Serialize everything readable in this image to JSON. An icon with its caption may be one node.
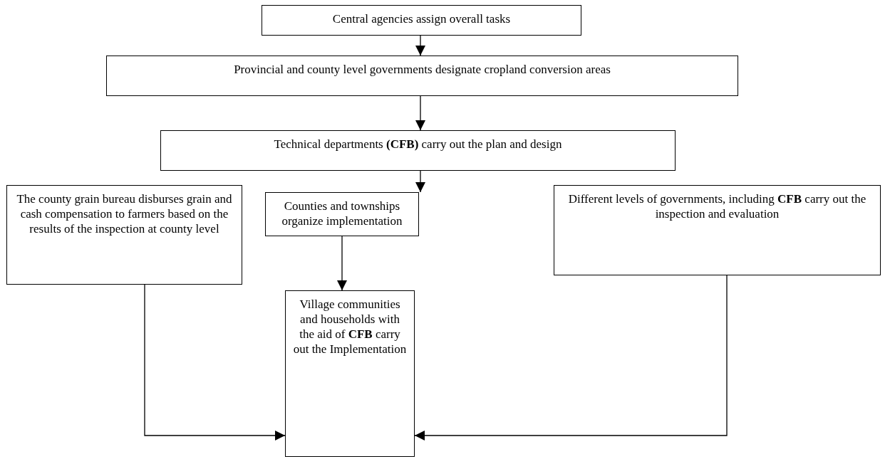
{
  "diagram": {
    "nodes": [
      {
        "text": [
          "Central agencies assign overall tasks"
        ]
      },
      {
        "text": [
          "Provincial and county level governments designate cropland conversion areas"
        ]
      },
      {
        "text": [
          "Technical departments **(CFB)** carry out the plan and design"
        ]
      },
      {
        "text": [
          "Counties and townships organize implementation"
        ]
      },
      {
        "text": [
          "The county grain bureau disburses grain and cash compensation to farmers based on the results of the inspection at county level"
        ]
      },
      {
        "text": [
          "Different levels of governments, including **CFB** carry out the inspection and evaluation"
        ]
      },
      {
        "text": [
          "Village communities and households with the aid of **CFB** carry out the Implementation"
        ]
      }
    ],
    "edges": [
      {
        "from": 0,
        "to": 1,
        "arrow": "to"
      },
      {
        "from": 1,
        "to": 2,
        "arrow": "to"
      },
      {
        "from": 2,
        "to": 3,
        "arrow": "to"
      },
      {
        "from": 3,
        "to": 6,
        "arrow": "to"
      },
      {
        "from": 4,
        "to": 6,
        "arrow": "to"
      },
      {
        "from": 5,
        "to": 6,
        "arrow": "to"
      }
    ]
  }
}
